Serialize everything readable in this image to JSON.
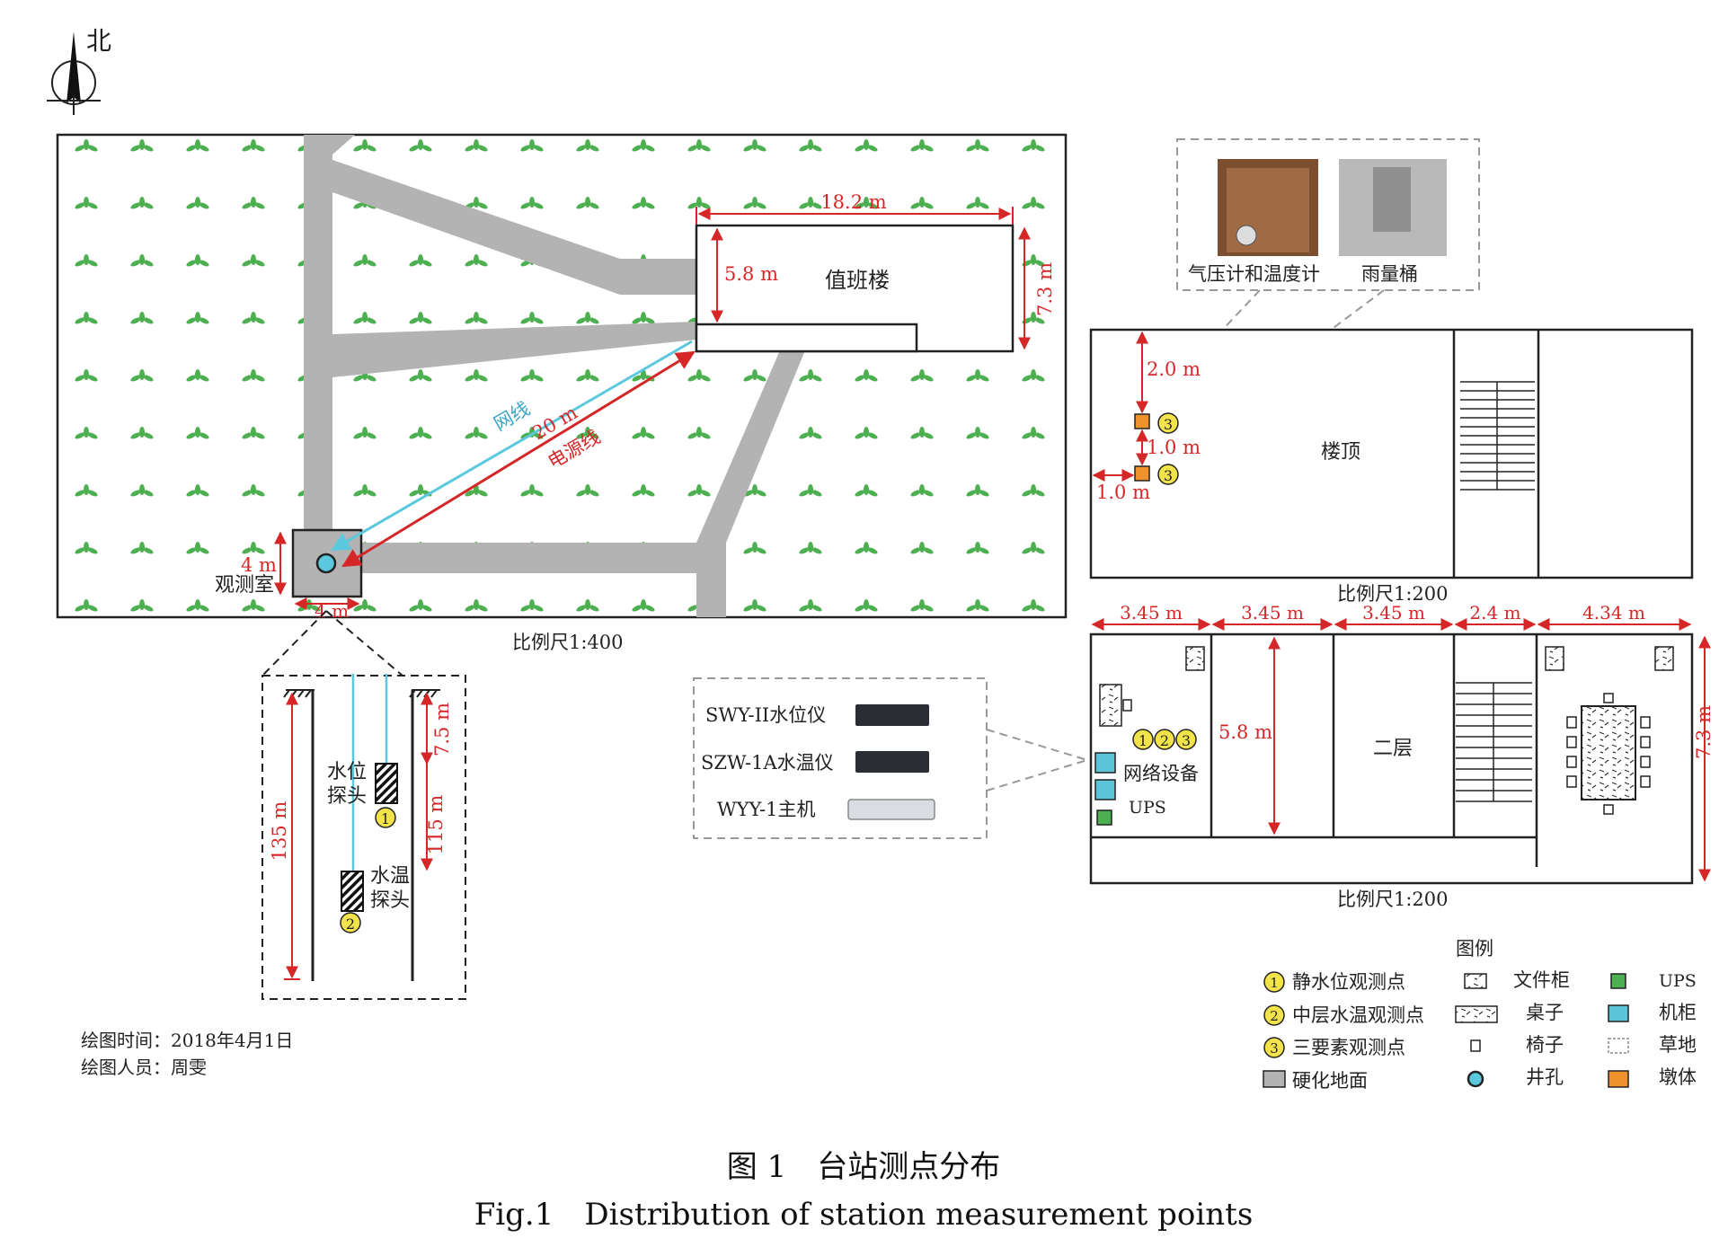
{
  "north": "北",
  "site": {
    "building": "值班楼",
    "obs_room": "观测室",
    "scale": "比例尺1:400",
    "dim_building_w": "18.2 m",
    "dim_building_h1": "5.8 m",
    "dim_building_h2": "7.3 m",
    "dim_room_h": "4 m",
    "dim_room_w": "4 m",
    "cable_net": "网线",
    "cable_len": "20 m",
    "cable_power": "电源线"
  },
  "well": {
    "dim_total": "135 m",
    "dim_top": "7.5 m",
    "dim_mid": "115 m",
    "probe_level_1": "水位",
    "probe_level_2": "探头",
    "probe_temp_1": "水温",
    "probe_temp_2": "探头",
    "mark_1": "1",
    "mark_2": "2"
  },
  "instruments": [
    {
      "label": "SWY-II水位仪"
    },
    {
      "label": "SZW-1A水温仪"
    },
    {
      "label": "WYY-1主机"
    }
  ],
  "photos": {
    "left": "气压计和温度计",
    "right": "雨量桶"
  },
  "roof": {
    "title": "楼顶",
    "scale": "比例尺1:200",
    "dim_a": "2.0 m",
    "dim_b": "1.0 m",
    "dim_c": "1.0 m",
    "mark": "3"
  },
  "floor2": {
    "title": "二层",
    "scale": "比例尺1:200",
    "widths": [
      "3.45 m",
      "3.45 m",
      "3.45 m",
      "2.4 m",
      "4.34 m"
    ],
    "dim_h1": "5.8 m",
    "dim_h2": "7.3 m",
    "net_equip": "网络设备",
    "ups": "UPS",
    "marks": [
      "1",
      "2",
      "3"
    ]
  },
  "legend": {
    "title": "图例",
    "items": [
      {
        "label": "静水位观测点",
        "icon": "circle-1"
      },
      {
        "label": "中层水温观测点",
        "icon": "circle-2"
      },
      {
        "label": "三要素观测点",
        "icon": "circle-3"
      },
      {
        "label": "硬化地面",
        "icon": "gray-box"
      },
      {
        "label": "文件柜",
        "icon": "file-cabinet"
      },
      {
        "label": "桌子",
        "icon": "table"
      },
      {
        "label": "椅子",
        "icon": "chair"
      },
      {
        "label": "井孔",
        "icon": "well"
      },
      {
        "label": "UPS",
        "icon": "ups"
      },
      {
        "label": "机柜",
        "icon": "cabinet"
      },
      {
        "label": "草地",
        "icon": "grass"
      },
      {
        "label": "墩体",
        "icon": "pier"
      }
    ]
  },
  "drawing_time": "绘图时间：2018年4月1日",
  "drawing_person": "绘图人员：周雯",
  "caption_cn": "图 1　台站测点分布",
  "caption_en": "Fig.1　Distribution of station measurement points",
  "colors": {
    "road": "#b3b3b3",
    "grass": "#4caf50",
    "dim": "#d62728",
    "net": "#5bc8dd",
    "pier": "#f0922b",
    "mark": "#f2e34a",
    "cabinet": "#5bc4d9",
    "ups": "#4caf50"
  }
}
